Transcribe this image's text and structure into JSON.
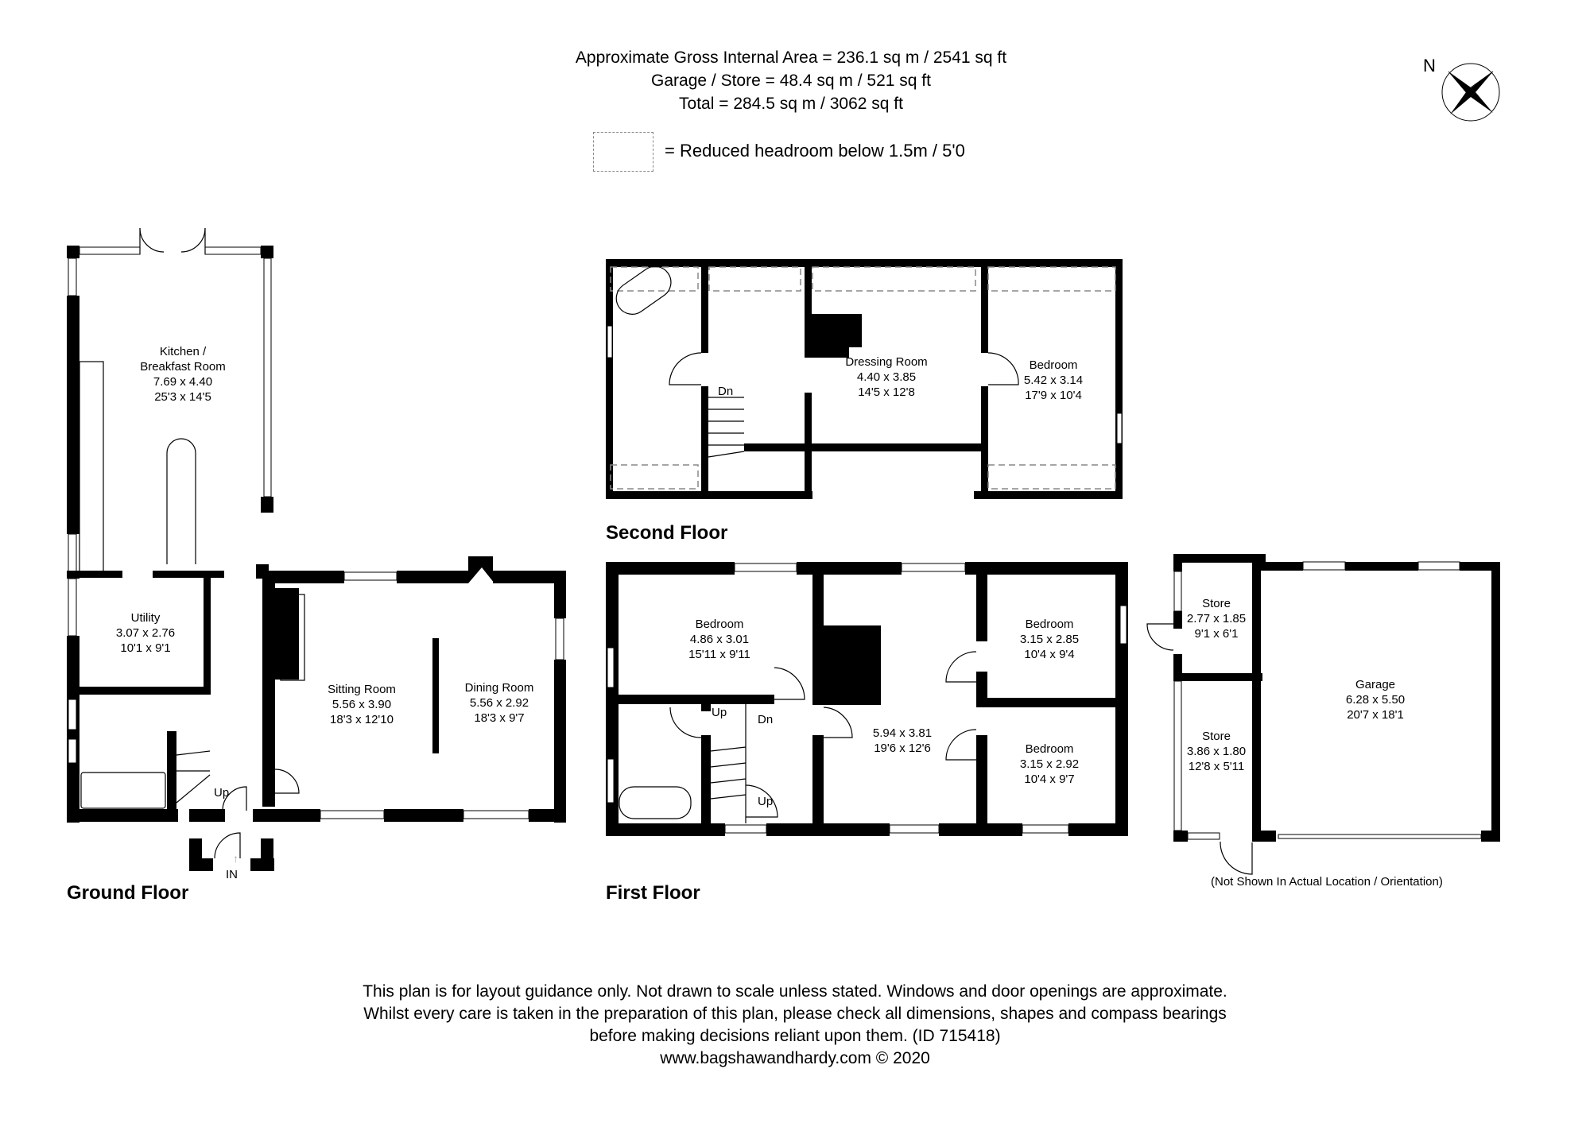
{
  "header": {
    "gross_internal_area": "Approximate Gross Internal Area = 236.1 sq m / 2541 sq ft",
    "garage_store_area": "Garage / Store = 48.4 sq m / 521 sq ft",
    "total_area": "Total = 284.5 sq m / 3062 sq ft"
  },
  "legend": {
    "reduced_headroom": "= Reduced headroom below 1.5m / 5'0"
  },
  "compass": {
    "label": "N",
    "icon": "compass-rose-icon"
  },
  "floors": {
    "ground": {
      "label": "Ground Floor",
      "entrance": "IN",
      "stairs_up": "Up",
      "rooms": [
        {
          "name": "Kitchen /",
          "name2": "Breakfast Room",
          "metric": "7.69 x 4.40",
          "imperial": "25'3 x 14'5"
        },
        {
          "name": "Utility",
          "metric": "3.07 x 2.76",
          "imperial": "10'1 x 9'1"
        },
        {
          "name": "Sitting Room",
          "metric": "5.56 x 3.90",
          "imperial": "18'3 x 12'10"
        },
        {
          "name": "Dining Room",
          "metric": "5.56 x 2.92",
          "imperial": "18'3 x 9'7"
        }
      ]
    },
    "first": {
      "label": "First Floor",
      "stairs_up_1": "Up",
      "stairs_dn": "Dn",
      "stairs_up_2": "Up",
      "rooms": [
        {
          "name": "Bedroom",
          "metric": "4.86 x 3.01",
          "imperial": "15'11 x 9'11"
        },
        {
          "name": "",
          "metric": "5.94 x 3.81",
          "imperial": "19'6 x 12'6"
        },
        {
          "name": "Bedroom",
          "metric": "3.15 x 2.85",
          "imperial": "10'4 x 9'4"
        },
        {
          "name": "Bedroom",
          "metric": "3.15 x 2.92",
          "imperial": "10'4 x 9'7"
        }
      ]
    },
    "second": {
      "label": "Second Floor",
      "stairs_dn": "Dn",
      "rooms": [
        {
          "name": "Dressing Room",
          "metric": "4.40 x 3.85",
          "imperial": "14'5 x 12'8"
        },
        {
          "name": "Bedroom",
          "metric": "5.42 x 3.14",
          "imperial": "17'9 x 10'4"
        }
      ]
    },
    "outbuilding": {
      "note": "(Not Shown In Actual Location / Orientation)",
      "rooms": [
        {
          "name": "Store",
          "metric": "2.77 x 1.85",
          "imperial": "9'1 x 6'1"
        },
        {
          "name": "Store",
          "metric": "3.86 x 1.80",
          "imperial": "12'8 x 5'11"
        },
        {
          "name": "Garage",
          "metric": "6.28 x 5.50",
          "imperial": "20'7 x 18'1"
        }
      ]
    }
  },
  "footer": {
    "line1": "This plan is for layout guidance only. Not drawn to scale unless stated. Windows and door openings are approximate.",
    "line2": "Whilst every care is taken in the preparation of this plan, please check all dimensions, shapes and compass bearings",
    "line3": "before making decisions reliant upon them. (ID 715418)",
    "line4": "www.bagshawandhardy.com © 2020"
  }
}
